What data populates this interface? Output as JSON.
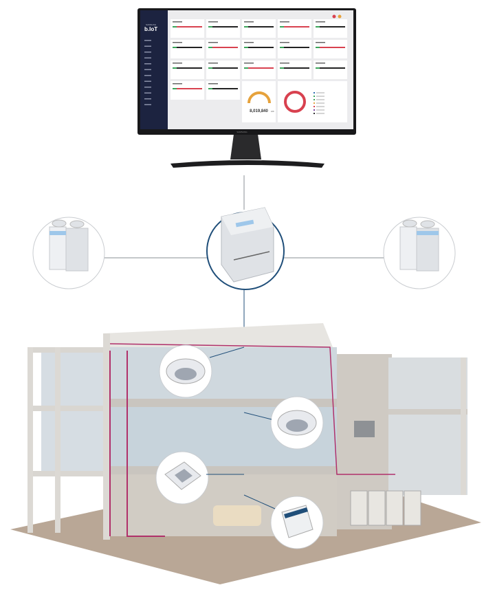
{
  "monitor": {
    "brand_small": "SAMSUNG",
    "app_logo": "b.IoT",
    "bezel_brand": "SAMSUNG",
    "gauge_value": "8,019,840",
    "gauge_unit": "kWh",
    "sidebar_item_count_visible": 12,
    "card_rows": 4,
    "card_cols": 5
  },
  "colors": {
    "sidebar": "#1c2340",
    "alert_red": "#d8414f",
    "ok_green": "#3aa55a",
    "connector": "#1f4e79",
    "pipe": "#b0306a"
  },
  "devices": {
    "hub": "gateway-box",
    "outdoor_left": "outdoor-unit",
    "outdoor_right": "outdoor-unit",
    "indoor": [
      "ceiling-round-cassette",
      "ceiling-round-cassette",
      "4-way-cassette",
      "floor-standing-unit"
    ]
  }
}
